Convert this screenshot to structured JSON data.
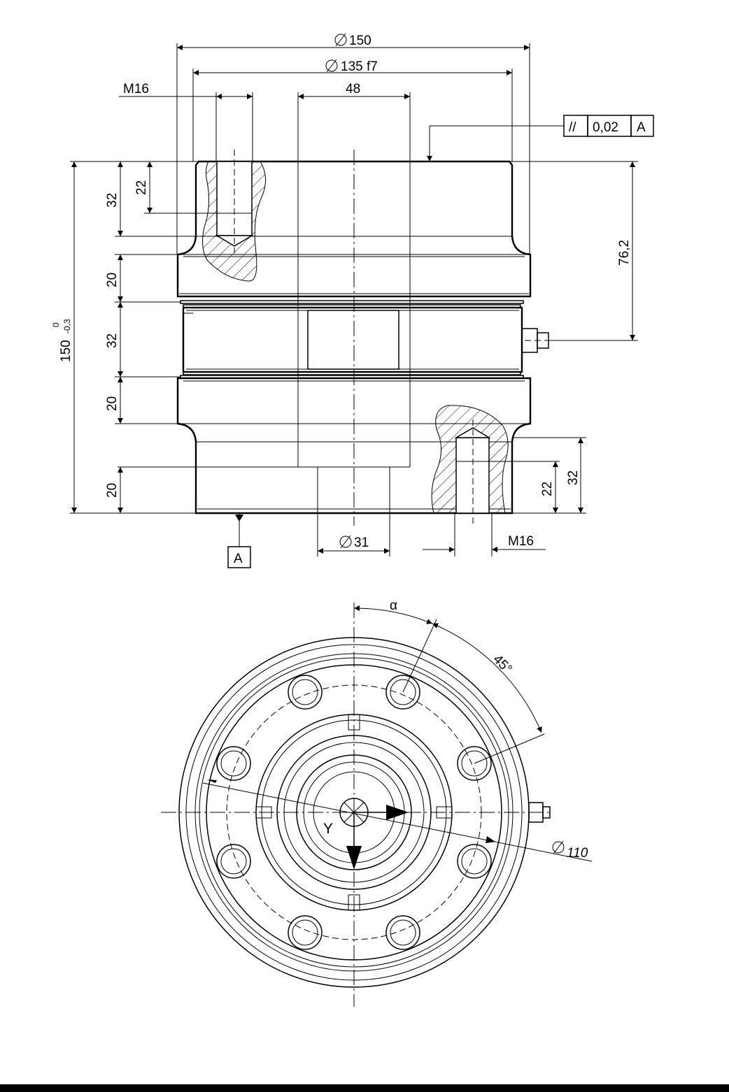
{
  "labels": {
    "dia150": "150",
    "dia135": "135 f7",
    "m16_top": "M16",
    "w48": "48",
    "gdt_symbol": "//",
    "gdt_value": "0,02",
    "gdt_datum": "A",
    "h32_a": "32",
    "h22_a": "22",
    "h20_a": "20",
    "h32_b": "32",
    "h20_b": "20",
    "h20_c": "20",
    "h150": "150",
    "tol_upper": "0",
    "tol_lower": "-0,3",
    "h76": "76,2",
    "h22_b": "22",
    "h32_c": "32",
    "dia31": "31",
    "m16_bottom": "M16",
    "datum_a": "A",
    "alpha": "α",
    "angle45": "45°",
    "y_axis": "Y",
    "dia110": "110"
  }
}
